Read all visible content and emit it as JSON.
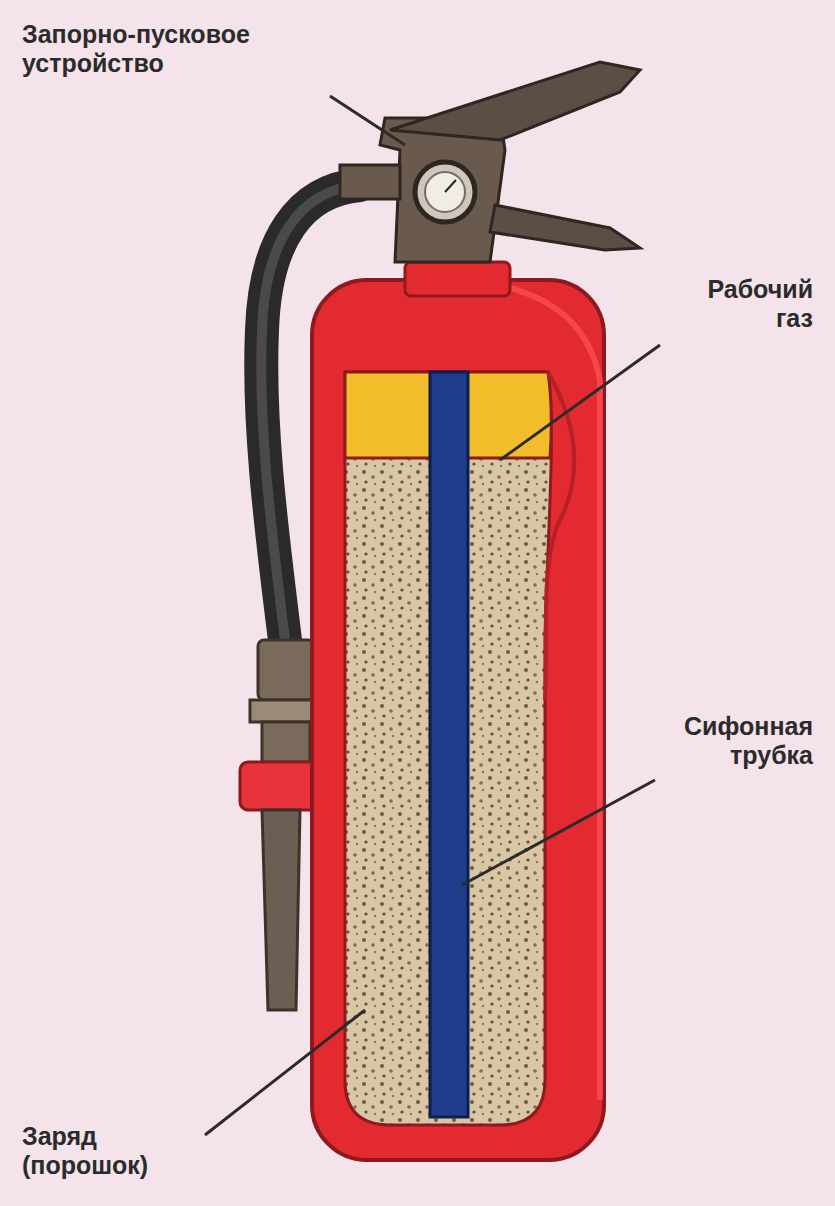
{
  "diagram": {
    "labels": [
      "Запорно-пусковое устройство",
      "Рабочий газ",
      "Сифонная трубка",
      "Заряд (порошок)"
    ]
  }
}
